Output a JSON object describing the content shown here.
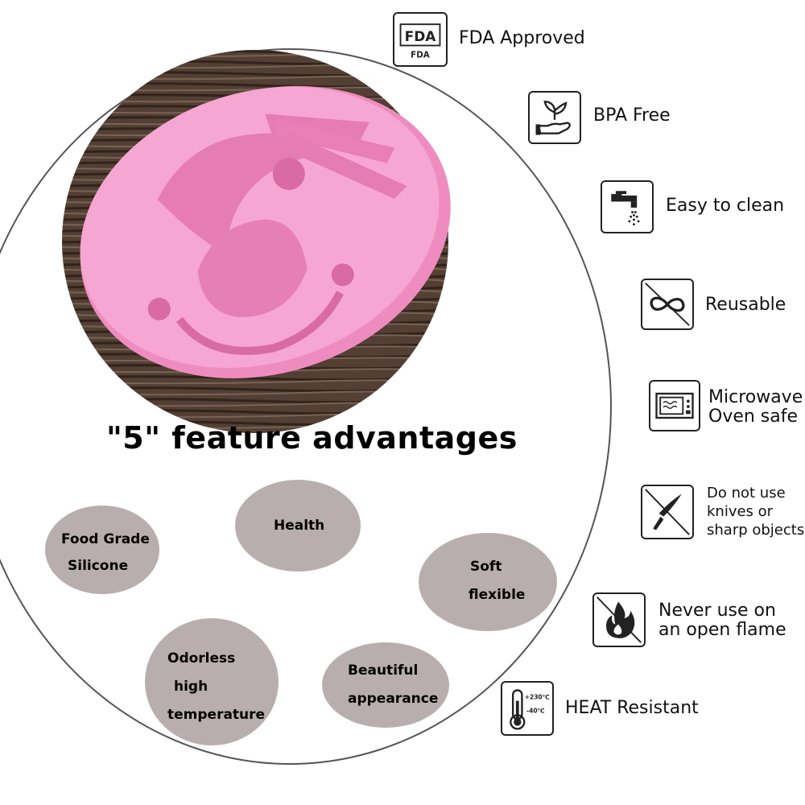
{
  "headline": "\"5\" feature advantages",
  "bubbles": [
    {
      "id": "food-grade",
      "lines": [
        "Food Grade",
        "Silicone"
      ]
    },
    {
      "id": "health",
      "lines": [
        "Health"
      ]
    },
    {
      "id": "soft",
      "lines": [
        "Soft",
        "flexible"
      ]
    },
    {
      "id": "odorless",
      "lines": [
        "Odorless",
        "high",
        "temperature"
      ]
    },
    {
      "id": "beautiful",
      "lines": [
        "Beautiful",
        "appearance"
      ]
    }
  ],
  "features": [
    {
      "icon": "fda-icon",
      "icon_text_top": "FDA",
      "icon_text_bottom": "FDA",
      "lines": [
        "FDA Approved"
      ]
    },
    {
      "icon": "plant-in-hand-icon",
      "lines": [
        "BPA Free"
      ]
    },
    {
      "icon": "faucet-icon",
      "lines": [
        "Easy to clean"
      ]
    },
    {
      "icon": "infinity-icon",
      "lines": [
        "Reusable"
      ]
    },
    {
      "icon": "microwave-icon",
      "lines": [
        "Microwave",
        "Oven safe"
      ]
    },
    {
      "icon": "knife-icon",
      "lines": [
        "Do not use",
        "knives or",
        "sharp objects"
      ]
    },
    {
      "icon": "flame-icon",
      "lines": [
        "Never use on",
        "an open flame"
      ]
    },
    {
      "icon": "thermometer-icon",
      "icon_text_top": "+230℃",
      "icon_text_bottom": "-40℃",
      "lines": [
        "HEAT Resistant"
      ]
    }
  ],
  "colors": {
    "mold_pink": "#f39ac8",
    "bubble_gray": "#b9aeaf",
    "wood_dark": "#3a2a22"
  }
}
